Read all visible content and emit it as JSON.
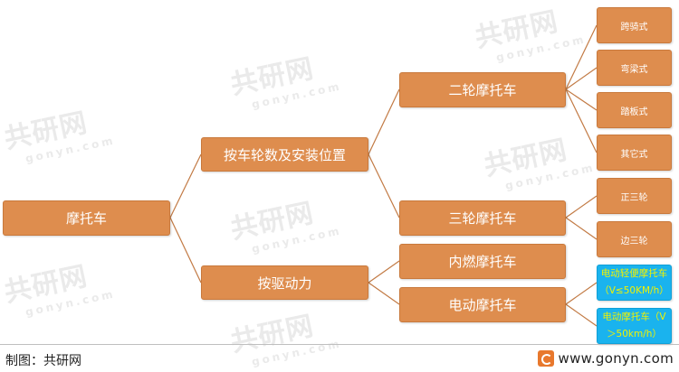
{
  "colors": {
    "node": "#de8d4e",
    "highlight_node": "#1ab3ee",
    "highlight_text": "#f2f200",
    "connector": "#c27a44"
  },
  "watermark": {
    "text": "共研网",
    "subtext": "gonyn.com"
  },
  "tree": {
    "root": "摩托车",
    "level1": [
      "按车轮数及安装位置",
      "按驱动力"
    ],
    "level2": [
      "二轮摩托车",
      "三轮摩托车",
      "内燃摩托车",
      "电动摩托车"
    ],
    "level3": [
      "跨骑式",
      "弯梁式",
      "踏板式",
      "其它式",
      "正三轮",
      "边三轮",
      "电动轻便摩托车（V≤50KM/h）",
      "电动摩托车（V＞50km/h）"
    ]
  },
  "footer": {
    "credit": "制图：共研网",
    "site_icon": "gonyn-logo-icon",
    "site": "www.gonyn.com"
  }
}
